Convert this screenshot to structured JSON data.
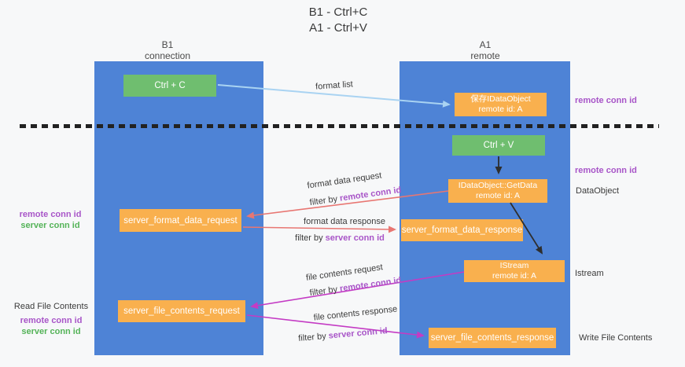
{
  "title": {
    "line1": "B1 - Ctrl+C",
    "line2": "A1 - Ctrl+V"
  },
  "columns": {
    "left": {
      "name": "B1",
      "role": "connection"
    },
    "right": {
      "name": "A1",
      "role": "remote"
    }
  },
  "nodes": {
    "ctrl_c": {
      "label": "Ctrl + C"
    },
    "ctrl_v": {
      "label": "Ctrl + V"
    },
    "save_idataobject": {
      "line1": "保存IDataObject",
      "line2": "remote id: A"
    },
    "getdata": {
      "line1": "IDataObject::GetData",
      "line2": "remote id: A"
    },
    "istream": {
      "line1": "IStream",
      "line2": "remote id: A"
    },
    "format_request": {
      "label": "server_format_data_request"
    },
    "format_response": {
      "label": "server_format_data_response"
    },
    "file_request": {
      "label": "server_file_contents_request"
    },
    "file_response": {
      "label": "server_file_contents_response"
    }
  },
  "flow_labels": {
    "format_list": "format list",
    "format_data_request": "format data request",
    "format_data_response": "format data response",
    "file_contents_request": "file contents request",
    "file_contents_response": "file contents response",
    "filter_by": "filter by ",
    "remote_conn_id": "remote conn id",
    "server_conn_id": "server conn id"
  },
  "side_labels": {
    "remote_conn_id": "remote conn id",
    "server_conn_id": "server conn id",
    "dataobject": "DataObject",
    "istream": "Istream",
    "read_file_contents": "Read File Contents",
    "write_file_contents": "Write File Contents"
  },
  "colors": {
    "column_blue": "#4e83d6",
    "box_green": "#6fbe6f",
    "box_orange": "#f9b04e",
    "arrow_blue": "#a9d3f2",
    "arrow_red": "#e87672",
    "arrow_magenta": "#c43bc4",
    "arrow_black": "#2e2e2e",
    "text_purple": "#a855c8",
    "text_green": "#54b358"
  }
}
